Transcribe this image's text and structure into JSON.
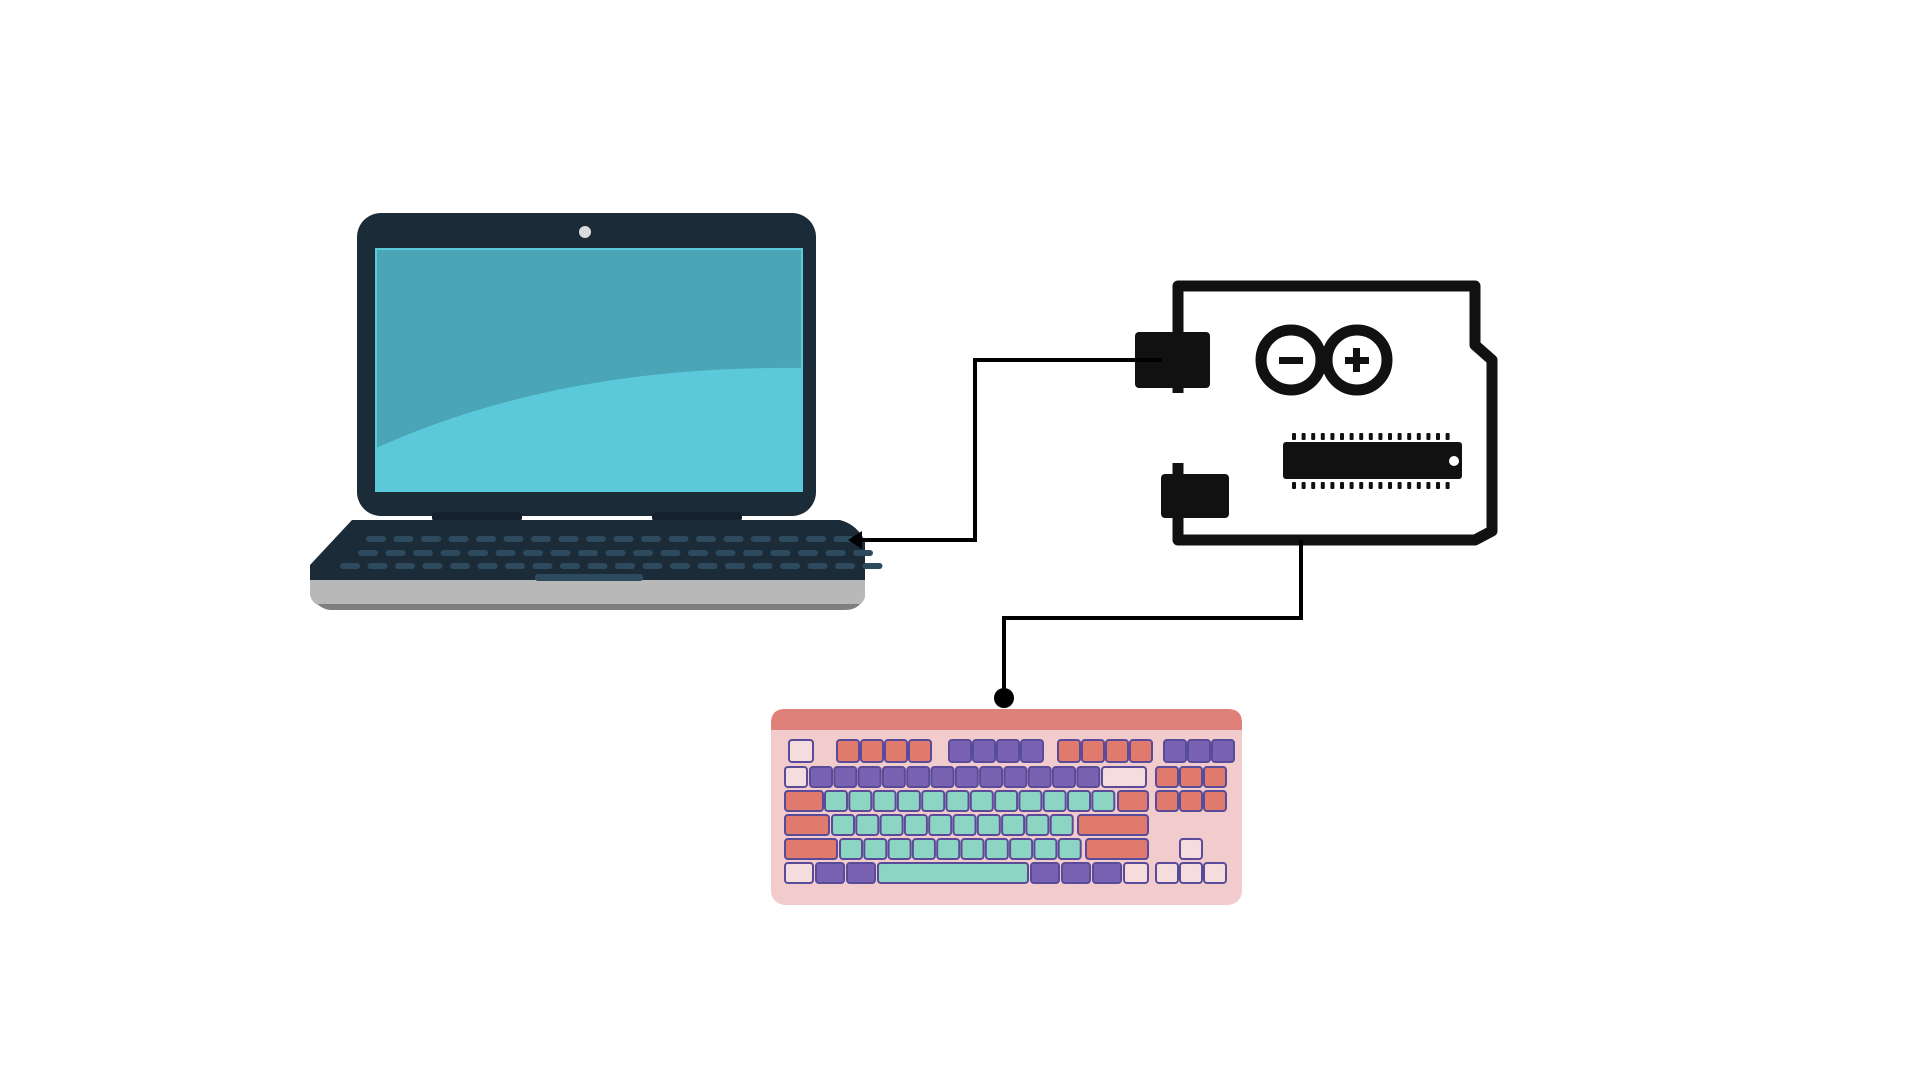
{
  "diagram": {
    "nodes": [
      {
        "id": "laptop",
        "icon": "laptop-icon"
      },
      {
        "id": "arduino",
        "icon": "arduino-board-icon"
      },
      {
        "id": "keyboard",
        "icon": "keyboard-icon"
      }
    ],
    "edges": [
      {
        "from": "arduino",
        "to": "laptop",
        "end": "arrow"
      },
      {
        "from": "arduino",
        "to": "keyboard",
        "end": "dot"
      }
    ],
    "colors": {
      "laptop_body": "#1b2b38",
      "laptop_screen": "#4aa6b6",
      "laptop_screen_light": "#5bc9d9",
      "laptop_base": "#b8b8b8",
      "board": "#111111",
      "wire": "#000000",
      "keyboard_case": "#f2cccc",
      "keyboard_top": "#e0807a",
      "key_red": "#e07a6c",
      "key_purple": "#7a62b2",
      "key_teal": "#8dd5c3",
      "key_pink": "#f6dddd"
    }
  }
}
